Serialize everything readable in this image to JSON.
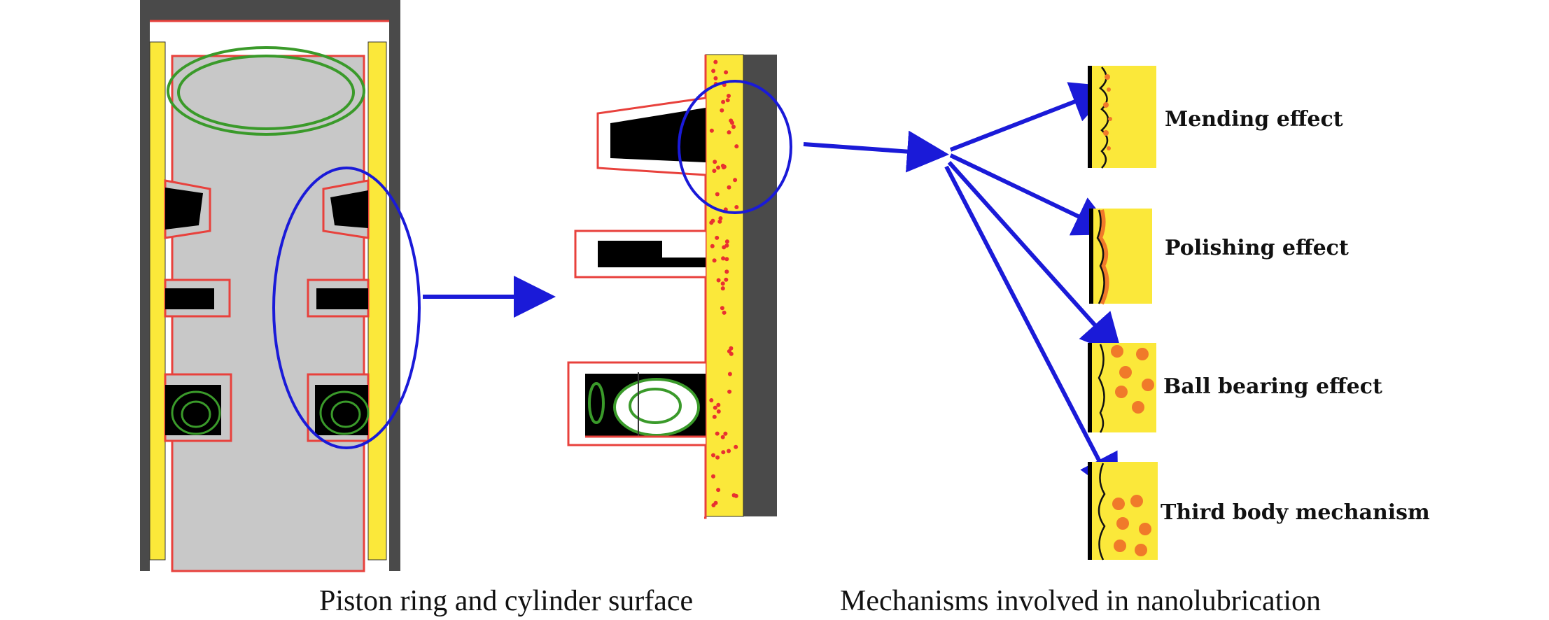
{
  "captions": {
    "left": "Piston ring and cylinder surface",
    "right": "Mechanisms involved in nanolubrication"
  },
  "mechanisms": [
    {
      "label": "Mending effect"
    },
    {
      "label": "Polishing effect"
    },
    {
      "label": "Ball bearing effect"
    },
    {
      "label": "Third body mechanism"
    }
  ],
  "colors": {
    "piston": "#c8c8c8",
    "cylinder_wall": "#4a4a4a",
    "lubricant": "#fbe83a",
    "ring_outline": "#e8413c",
    "ring_groove": "#000000",
    "gasket": "#3a9a2a",
    "arrow": "#1a1ad8",
    "nanoparticle": "#f07a2a",
    "particle_dot": "#e83030"
  }
}
